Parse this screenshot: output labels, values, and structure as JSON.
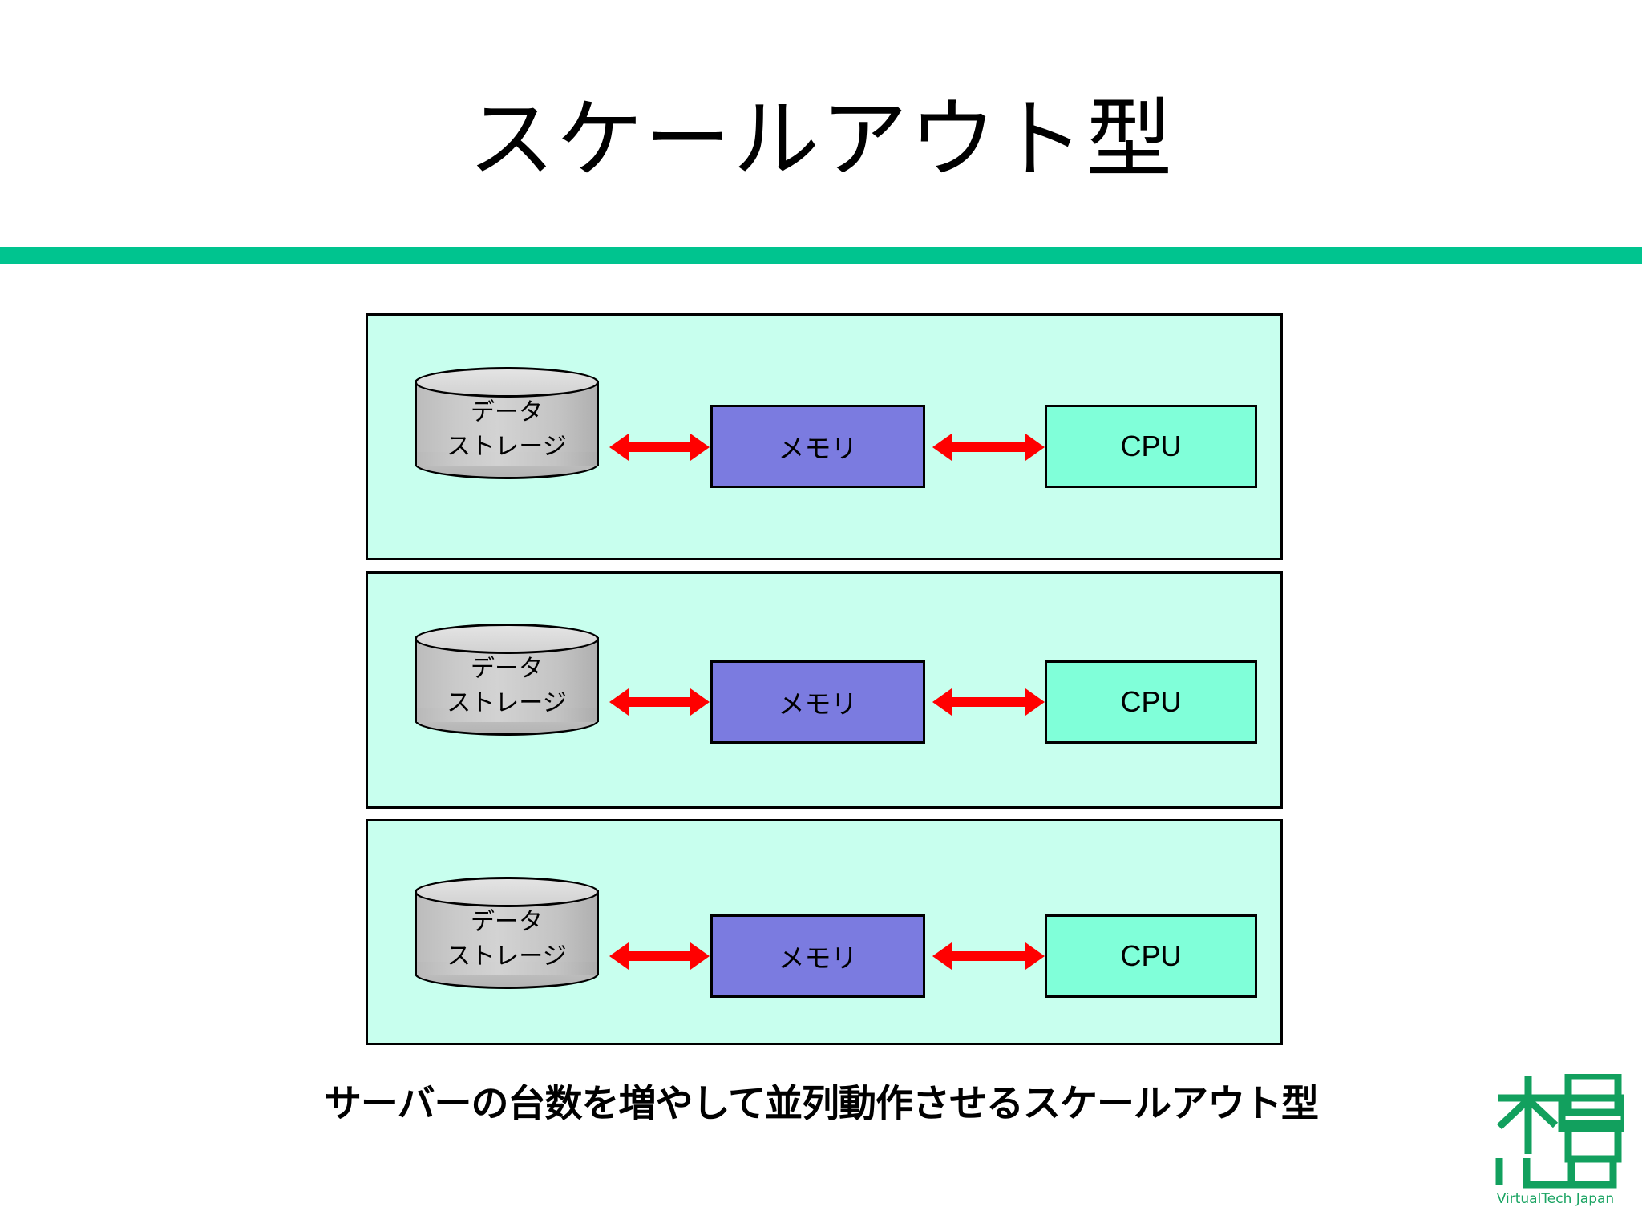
{
  "slide": {
    "title": "スケールアウト型",
    "caption": "サーバーの台数を増やして並列動作させるスケールアウト型",
    "accent_color": "#00C48F",
    "background_color": "#FFFFFF"
  },
  "diagram": {
    "panel_fill": "#C8FFEE",
    "panel_border": "#000000",
    "arrow_color": "#FF0000",
    "storage_fill": "#C8C8C8",
    "memory_fill": "#7B7BE0",
    "cpu_fill": "#80FFD9",
    "servers": [
      {
        "name": "server-1",
        "storage_label": "データ\nストレージ",
        "memory_label": "メモリ",
        "cpu_label": "CPU"
      },
      {
        "name": "server-2",
        "storage_label": "データ\nストレージ",
        "memory_label": "メモリ",
        "cpu_label": "CPU"
      },
      {
        "name": "server-3",
        "storage_label": "データ\nストレージ",
        "memory_label": "メモリ",
        "cpu_label": "CPU"
      }
    ]
  },
  "logo": {
    "text": "VirtualTech Japan",
    "color": "#12A05E"
  }
}
